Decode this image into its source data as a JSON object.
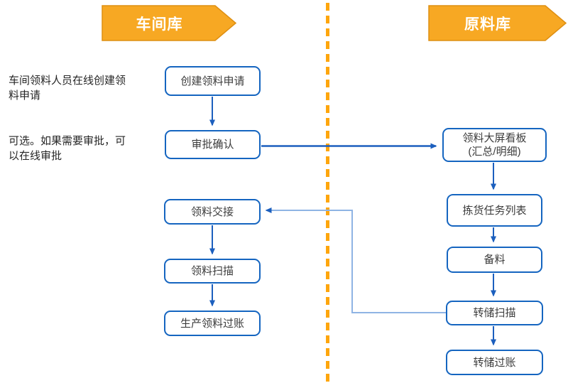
{
  "lanes": {
    "left": "车间库",
    "right": "原料库"
  },
  "annotations": {
    "a1_line1": "车间领料人员在线创建领",
    "a1_line2": "料申请",
    "a2_line1": "可选。如果需要审批，可",
    "a2_line2": "以在线审批"
  },
  "nodes": {
    "create_request": "创建领料申请",
    "approve_confirm": "审批确认",
    "pick_handover": "领料交接",
    "pick_scan": "领料扫描",
    "production_posting": "生产领料过账",
    "dashboard_line1": "领料大屏看板",
    "dashboard_line2": "(汇总/明细)",
    "pick_task_list": "拣货任务列表",
    "prepare_material": "备料",
    "transfer_scan": "转储扫描",
    "transfer_posting": "转储过账"
  },
  "colors": {
    "banner_fill": "#F7A823",
    "banner_border": "#DE8F12",
    "divider_orange": "#FEA60D",
    "box_border_blue": "#1565C0",
    "arrow_blue": "#1C5FBE",
    "connector_light_blue": "#8FB4E4",
    "node_text": "#3C3C3C",
    "banner_text": "#FFFFFF"
  }
}
